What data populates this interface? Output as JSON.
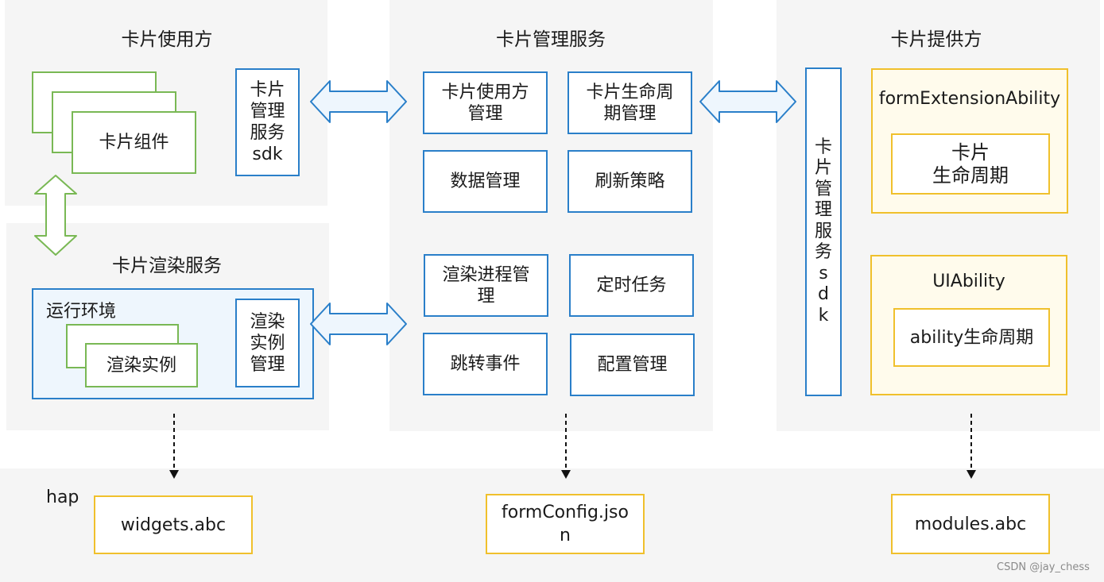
{
  "consumer": {
    "title": "卡片使用方",
    "widget": "卡片组件",
    "sdk": [
      "卡片",
      "管理",
      "服务",
      "sdk"
    ]
  },
  "render": {
    "title": "卡片渲染服务",
    "env": "运行环境",
    "instance": "渲染实例",
    "manager": [
      "渲染",
      "实例",
      "管理"
    ]
  },
  "manager": {
    "title": "卡片管理服务",
    "items": {
      "consumer_mgmt": [
        "卡片使用方",
        "管理"
      ],
      "lifecycle_mgmt": [
        "卡片生命周",
        "期管理"
      ],
      "data_mgmt": "数据管理",
      "refresh": "刷新策略",
      "render_proc": [
        "渲染进程管",
        "理"
      ],
      "timer": "定时任务",
      "jump": "跳转事件",
      "config": "配置管理"
    }
  },
  "provider": {
    "title": "卡片提供方",
    "sdk_chars": [
      "卡",
      "片",
      "管",
      "理",
      "服",
      "务",
      "s",
      "d",
      "k"
    ],
    "form_ext": "formExtensionAbility",
    "form_lifecycle": [
      "卡片",
      "生命周期"
    ],
    "ui_ability": "UIAbility",
    "ability_lifecycle": "ability生命周期"
  },
  "hap": {
    "label": "hap",
    "widgets": "widgets.abc",
    "form_config": [
      "formConfig.jso",
      "n"
    ],
    "modules": "modules.abc"
  },
  "watermark": "CSDN @jay_chess",
  "colors": {
    "panel": "#f5f5f5",
    "blue": "#2a7fc9",
    "green": "#79b854",
    "yellow": "#f0c02c"
  }
}
